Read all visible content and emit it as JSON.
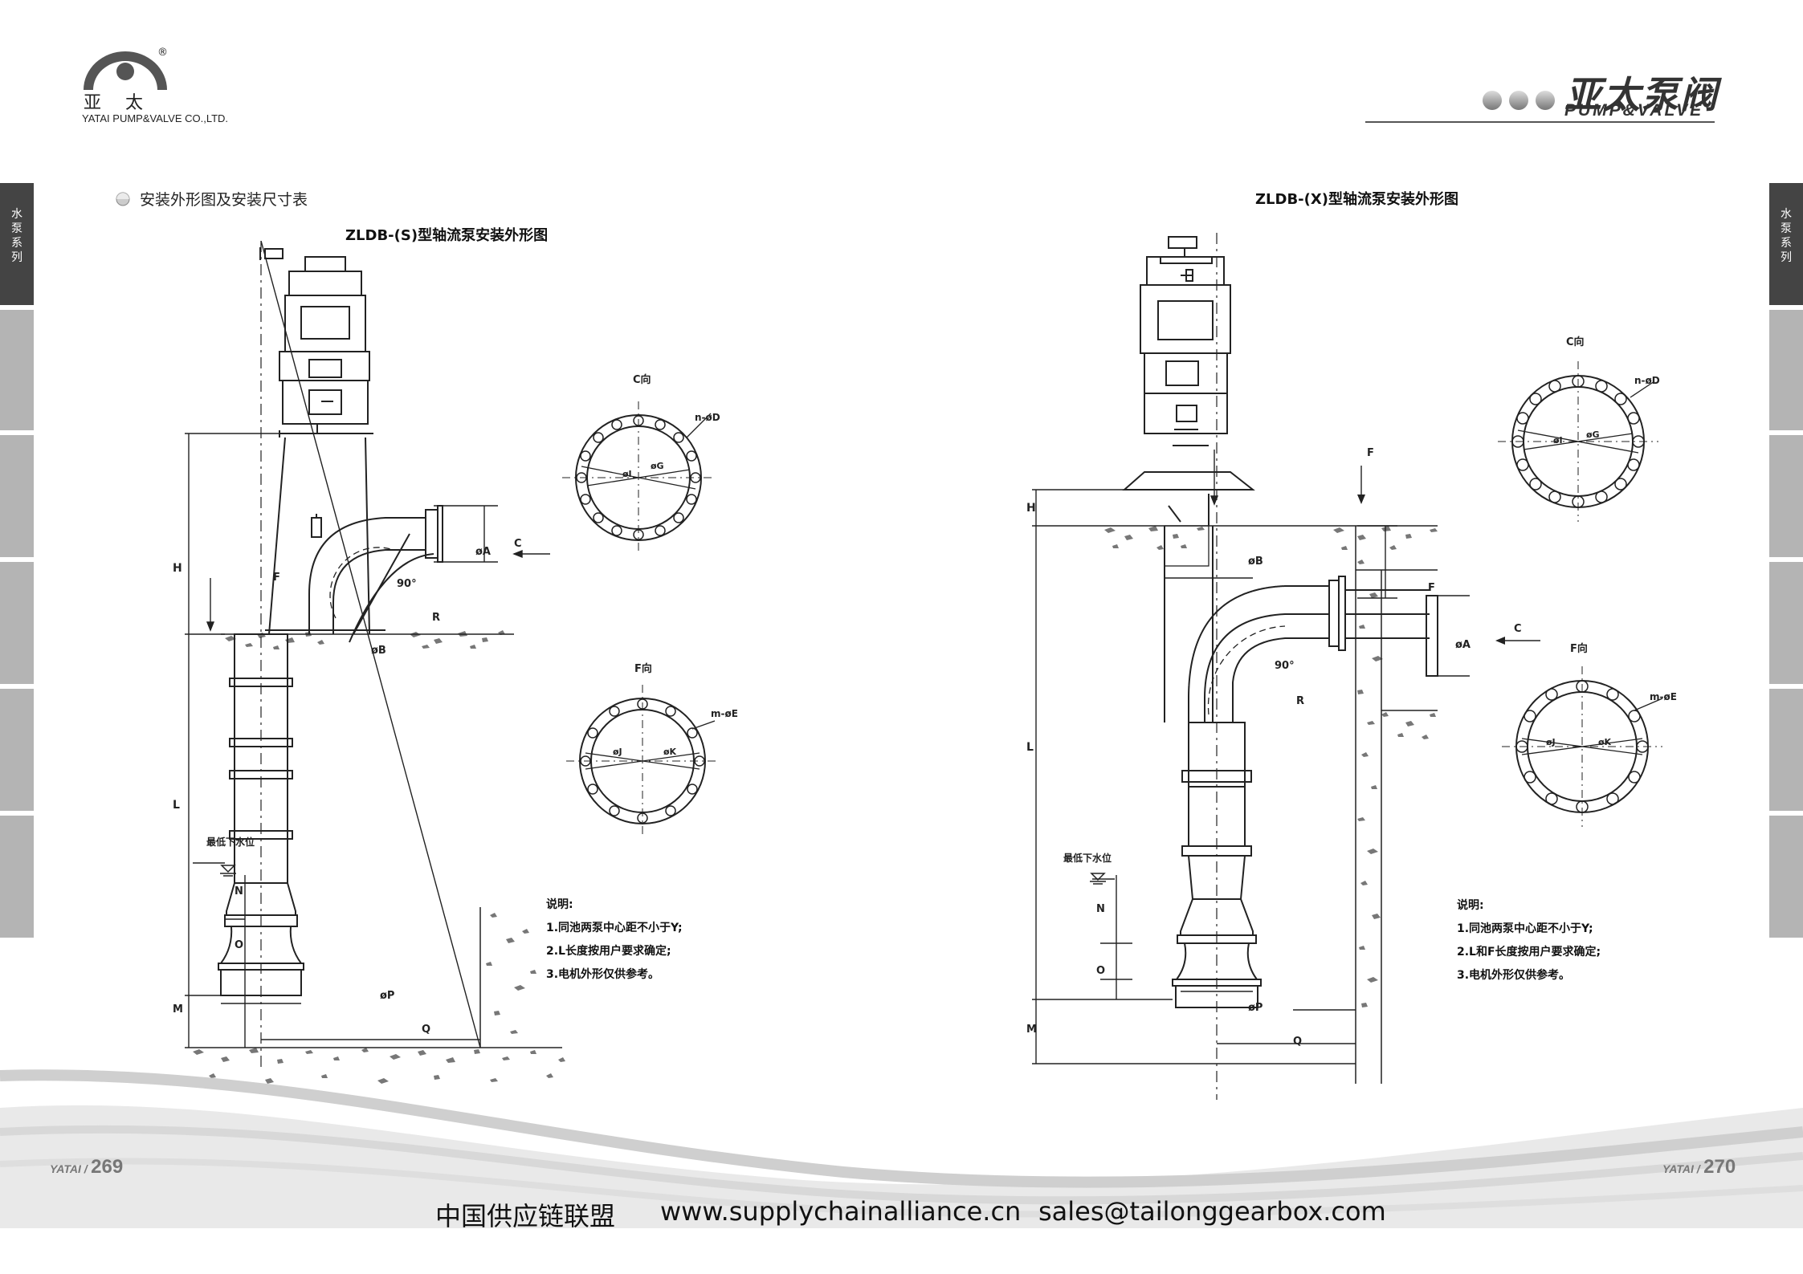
{
  "header": {
    "logo_cn": "亚太",
    "logo_registered": "®",
    "logo_en": "YATAI PUMP&VALVE CO.,LTD.",
    "brand_cn": "亚太泵阀",
    "brand_en": "PUMP&VALVE"
  },
  "side_tab": {
    "label": "水泵系列"
  },
  "left_page": {
    "section_title": "安装外形图及安装尺寸表",
    "diagram_title": "ZLDB-(S)型轴流泵安装外形图",
    "view_c_label": "C向",
    "view_f_label": "F向",
    "min_water_level": "最低下水位",
    "notes_heading": "说明:",
    "notes": [
      "1.同池两泵中心距不小于Y;",
      "2.L长度按用户要求确定;",
      "3.电机外形仅供参考。"
    ],
    "page_brand": "YATAI /",
    "page_number": "269"
  },
  "right_page": {
    "diagram_title": "ZLDB-(X)型轴流泵安装外形图",
    "view_c_label": "C向",
    "view_f_label": "F向",
    "min_water_level": "最低下水位",
    "notes_heading": "说明:",
    "notes": [
      "1.同池两泵中心距不小于Y;",
      "2.L和F长度按用户要求确定;",
      "3.电机外形仅供参考。"
    ],
    "page_brand": "YATAI /",
    "page_number": "270"
  },
  "dimension_labels": {
    "H": "H",
    "L": "L",
    "N": "N",
    "O": "O",
    "M": "M",
    "Q": "Q",
    "F": "F",
    "C": "C",
    "R": "R",
    "angle": "90°",
    "phiA": "øA",
    "phiB": "øB",
    "phiP": "øP",
    "phiI": "øI",
    "phiG": "øG",
    "phiJ": "øJ",
    "phiK": "øK",
    "n_phiD": "n-øD",
    "m_phiE": "m-øE"
  },
  "footer": {
    "org": "中国供应链联盟",
    "website": "www.supplychainalliance.cn",
    "email": "sales@tailonggearbox.com"
  },
  "colors": {
    "tab_active": "#444444",
    "tab_inactive": "#b4b4b4",
    "line": "#222222",
    "wave": "#d6d6d6"
  }
}
